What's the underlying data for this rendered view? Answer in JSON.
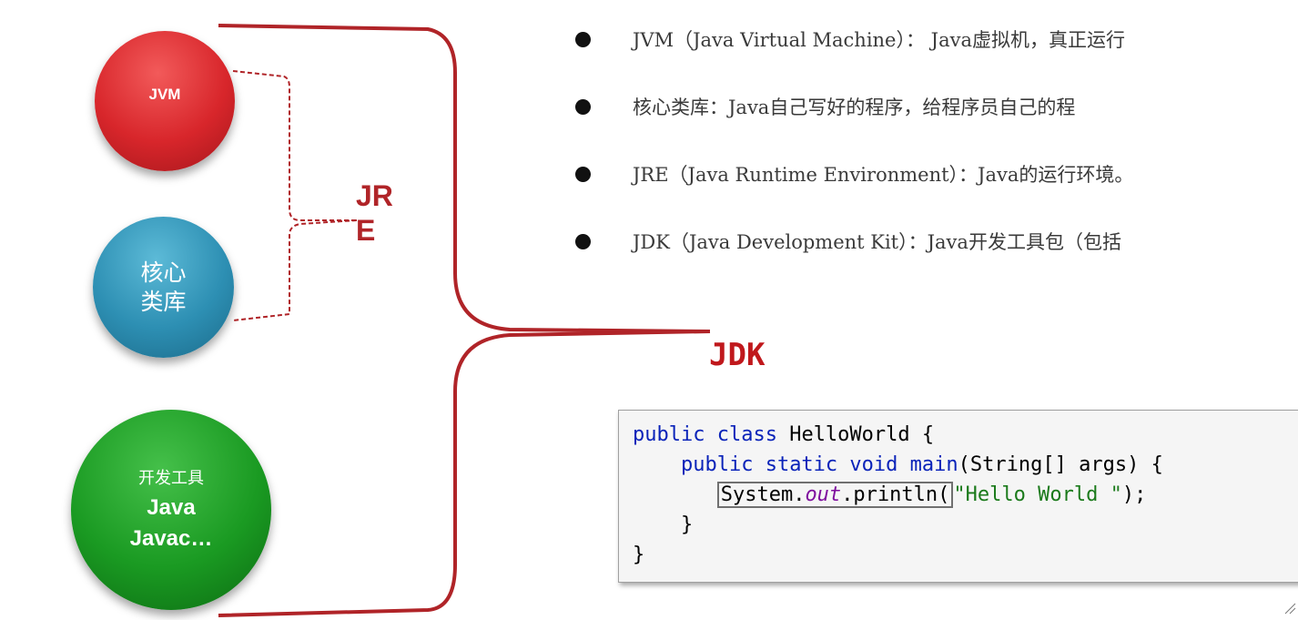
{
  "circles": {
    "jvm": "JVM",
    "core_line1": "核心",
    "core_line2": "类库",
    "tools_line1": "开发工具",
    "tools_line2": "Java",
    "tools_line3": "Javac…"
  },
  "labels": {
    "jre": "JRE",
    "jdk": "JDK"
  },
  "bullets": [
    "JVM（Java Virtual Machine）： Java虚拟机，真正运行",
    "核心类库：Java自己写好的程序，给程序员自己的程",
    "JRE（Java Runtime Environment）：Java的运行环境。",
    "JDK（Java Development Kit）：Java开发工具包（包括"
  ],
  "code": {
    "l1_kw": "public class",
    "l1_rest": " HelloWorld {",
    "l2_indent": "    ",
    "l2_kw": "public static void",
    "l2_main": " main",
    "l2_rest": "(String[] args) {",
    "l3_indent": "       ",
    "l3_sys": "System.",
    "l3_out": "out",
    "l3_println": ".println(",
    "l3_str": "\"Hello World \"",
    "l3_end": ");",
    "l4": "    }",
    "l5": "}"
  },
  "colors": {
    "jvm": "#d8262b",
    "core": "#2d8fb3",
    "tools": "#1a9a22",
    "bracket": "#b02428",
    "jdk_label": "#c0181c"
  }
}
